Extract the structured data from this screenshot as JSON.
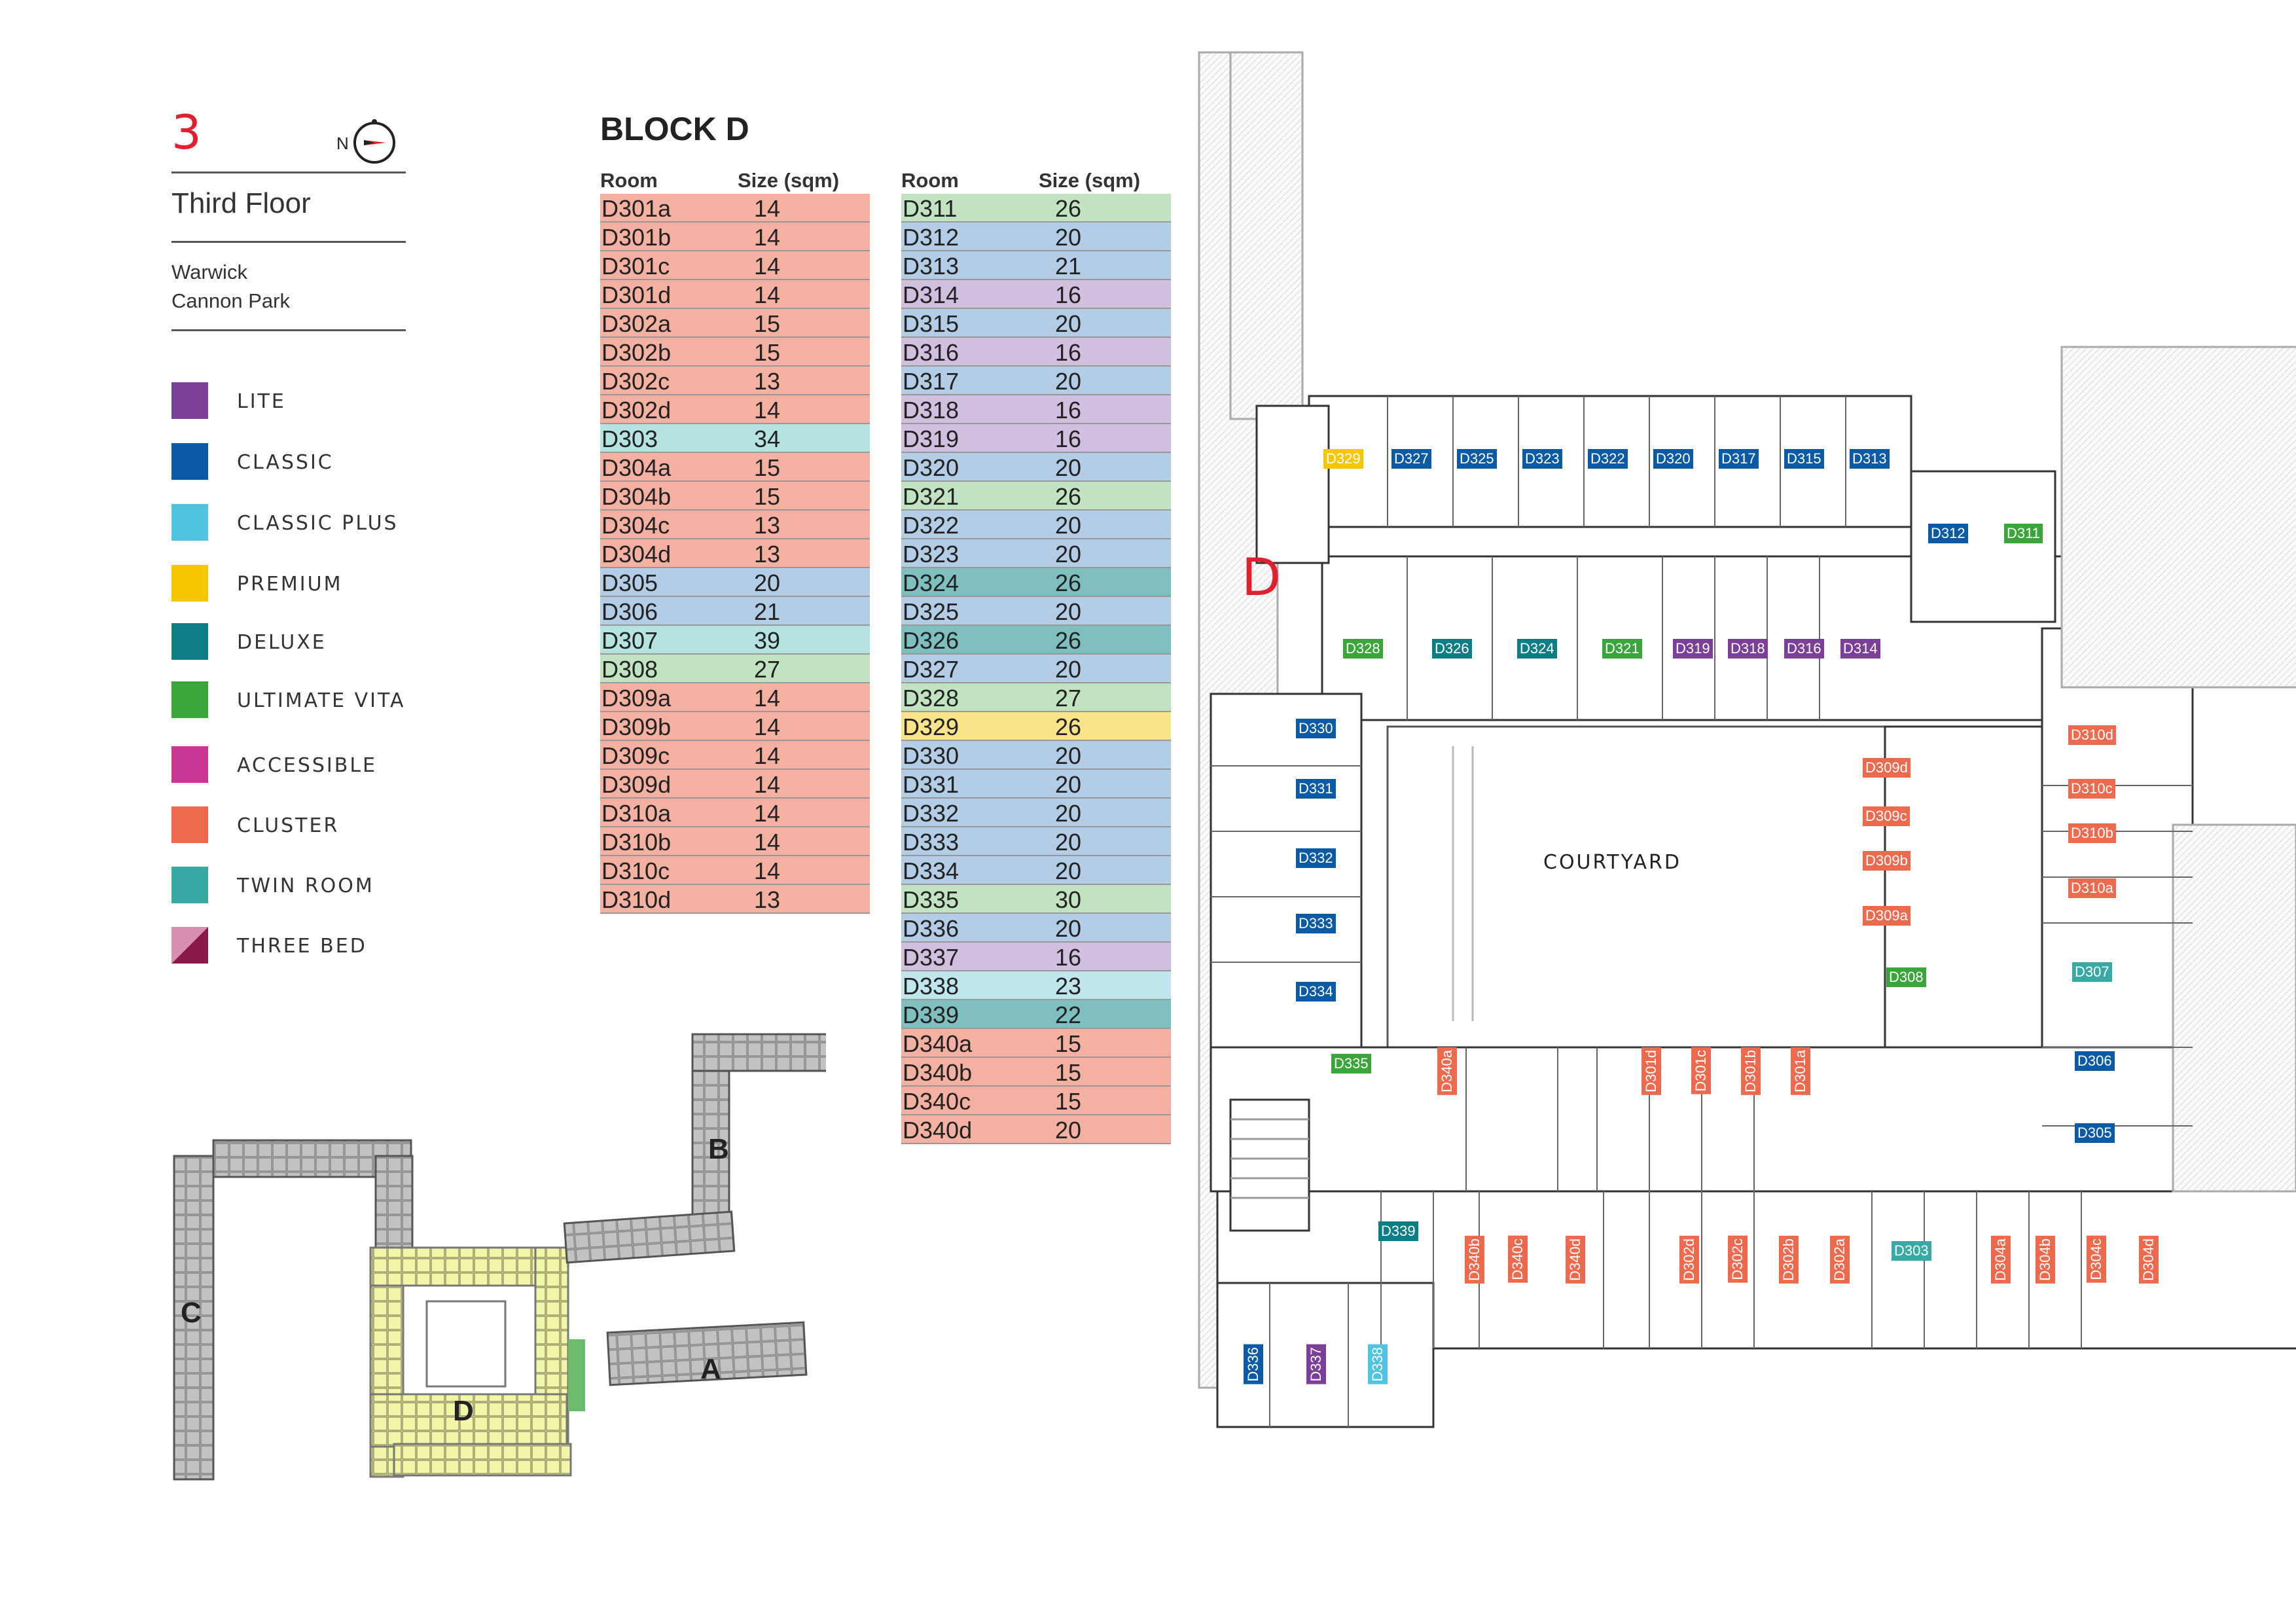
{
  "header": {
    "floor_number": "3",
    "compass_letter": "N",
    "floor_name": "Third Floor",
    "address_line1": "Warwick",
    "address_line2": "Cannon Park"
  },
  "colors": {
    "LITE": "#7b3f98",
    "CLASSIC": "#0b5aa6",
    "CLASSIC PLUS": "#4fc3e0",
    "PREMIUM": "#f6c700",
    "DELUXE": "#0d7d86",
    "ULTIMATE VITA": "#3aa53a",
    "ACCESSIBLE": "#c83593",
    "CLUSTER": "#ee6a4f",
    "TWIN ROOM": "#37aaa6",
    "THREE BED": "#8a1a4a",
    "row_cluster": "#f4b1a1",
    "row_classic": "#b3cde6",
    "row_classic_plus": "#bfe6ec",
    "row_premium": "#f9e48a",
    "row_deluxe": "#7fbfbf",
    "row_ultimate": "#c2e3c2",
    "row_lite": "#d1bfdf",
    "row_twin": "#b5e3e0",
    "plan_fill": "#f2f6a8",
    "plan_grey": "#b8b8b8"
  },
  "legend": [
    {
      "label": "LITE",
      "type": "LITE"
    },
    {
      "label": "CLASSIC",
      "type": "CLASSIC"
    },
    {
      "label": "CLASSIC PLUS",
      "type": "CLASSIC PLUS"
    },
    {
      "label": "PREMIUM",
      "type": "PREMIUM"
    },
    {
      "label": "DELUXE",
      "type": "DELUXE"
    },
    {
      "label": "ULTIMATE VITA",
      "type": "ULTIMATE VITA"
    },
    {
      "label": "ACCESSIBLE",
      "type": "ACCESSIBLE"
    },
    {
      "label": "CLUSTER",
      "type": "CLUSTER"
    },
    {
      "label": "TWIN ROOM",
      "type": "TWIN ROOM"
    },
    {
      "label": "THREE BED",
      "type": "THREE BED"
    }
  ],
  "block_title": "BLOCK D",
  "table_headers": {
    "room": "Room",
    "size": "Size (sqm)"
  },
  "table_left": [
    {
      "room": "D301a",
      "size": "14",
      "shade": "row_cluster"
    },
    {
      "room": "D301b",
      "size": "14",
      "shade": "row_cluster"
    },
    {
      "room": "D301c",
      "size": "14",
      "shade": "row_cluster"
    },
    {
      "room": "D301d",
      "size": "14",
      "shade": "row_cluster"
    },
    {
      "room": "D302a",
      "size": "15",
      "shade": "row_cluster"
    },
    {
      "room": "D302b",
      "size": "15",
      "shade": "row_cluster"
    },
    {
      "room": "D302c",
      "size": "13",
      "shade": "row_cluster"
    },
    {
      "room": "D302d",
      "size": "14",
      "shade": "row_cluster"
    },
    {
      "room": "D303",
      "size": "34",
      "shade": "row_twin"
    },
    {
      "room": "D304a",
      "size": "15",
      "shade": "row_cluster"
    },
    {
      "room": "D304b",
      "size": "15",
      "shade": "row_cluster"
    },
    {
      "room": "D304c",
      "size": "13",
      "shade": "row_cluster"
    },
    {
      "room": "D304d",
      "size": "13",
      "shade": "row_cluster"
    },
    {
      "room": "D305",
      "size": "20",
      "shade": "row_classic"
    },
    {
      "room": "D306",
      "size": "21",
      "shade": "row_classic"
    },
    {
      "room": "D307",
      "size": "39",
      "shade": "row_twin"
    },
    {
      "room": "D308",
      "size": "27",
      "shade": "row_ultimate"
    },
    {
      "room": "D309a",
      "size": "14",
      "shade": "row_cluster"
    },
    {
      "room": "D309b",
      "size": "14",
      "shade": "row_cluster"
    },
    {
      "room": "D309c",
      "size": "14",
      "shade": "row_cluster"
    },
    {
      "room": "D309d",
      "size": "14",
      "shade": "row_cluster"
    },
    {
      "room": "D310a",
      "size": "14",
      "shade": "row_cluster"
    },
    {
      "room": "D310b",
      "size": "14",
      "shade": "row_cluster"
    },
    {
      "room": "D310c",
      "size": "14",
      "shade": "row_cluster"
    },
    {
      "room": "D310d",
      "size": "13",
      "shade": "row_cluster"
    }
  ],
  "table_right": [
    {
      "room": "D311",
      "size": "26",
      "shade": "row_ultimate"
    },
    {
      "room": "D312",
      "size": "20",
      "shade": "row_classic"
    },
    {
      "room": "D313",
      "size": "21",
      "shade": "row_classic"
    },
    {
      "room": "D314",
      "size": "16",
      "shade": "row_lite"
    },
    {
      "room": "D315",
      "size": "20",
      "shade": "row_classic"
    },
    {
      "room": "D316",
      "size": "16",
      "shade": "row_lite"
    },
    {
      "room": "D317",
      "size": "20",
      "shade": "row_classic"
    },
    {
      "room": "D318",
      "size": "16",
      "shade": "row_lite"
    },
    {
      "room": "D319",
      "size": "16",
      "shade": "row_lite"
    },
    {
      "room": "D320",
      "size": "20",
      "shade": "row_classic"
    },
    {
      "room": "D321",
      "size": "26",
      "shade": "row_ultimate"
    },
    {
      "room": "D322",
      "size": "20",
      "shade": "row_classic"
    },
    {
      "room": "D323",
      "size": "20",
      "shade": "row_classic"
    },
    {
      "room": "D324",
      "size": "26",
      "shade": "row_deluxe"
    },
    {
      "room": "D325",
      "size": "20",
      "shade": "row_classic"
    },
    {
      "room": "D326",
      "size": "26",
      "shade": "row_deluxe"
    },
    {
      "room": "D327",
      "size": "20",
      "shade": "row_classic"
    },
    {
      "room": "D328",
      "size": "27",
      "shade": "row_ultimate"
    },
    {
      "room": "D329",
      "size": "26",
      "shade": "row_premium"
    },
    {
      "room": "D330",
      "size": "20",
      "shade": "row_classic"
    },
    {
      "room": "D331",
      "size": "20",
      "shade": "row_classic"
    },
    {
      "room": "D332",
      "size": "20",
      "shade": "row_classic"
    },
    {
      "room": "D333",
      "size": "20",
      "shade": "row_classic"
    },
    {
      "room": "D334",
      "size": "20",
      "shade": "row_classic"
    },
    {
      "room": "D335",
      "size": "30",
      "shade": "row_ultimate"
    },
    {
      "room": "D336",
      "size": "20",
      "shade": "row_classic"
    },
    {
      "room": "D337",
      "size": "16",
      "shade": "row_lite"
    },
    {
      "room": "D338",
      "size": "23",
      "shade": "row_classic_plus"
    },
    {
      "room": "D339",
      "size": "22",
      "shade": "row_deluxe"
    },
    {
      "room": "D340a",
      "size": "15",
      "shade": "row_cluster"
    },
    {
      "room": "D340b",
      "size": "15",
      "shade": "row_cluster"
    },
    {
      "room": "D340c",
      "size": "15",
      "shade": "row_cluster"
    },
    {
      "room": "D340d",
      "size": "20",
      "shade": "row_cluster"
    }
  ],
  "siteplan_labels": {
    "a": "A",
    "b": "B",
    "c": "C",
    "d": "D"
  },
  "floorplan": {
    "block_letter": "D",
    "courtyard": "COURTYARD",
    "rooms": [
      {
        "label": "D329",
        "type": "PREMIUM"
      },
      {
        "label": "D327",
        "type": "CLASSIC"
      },
      {
        "label": "D325",
        "type": "CLASSIC"
      },
      {
        "label": "D323",
        "type": "CLASSIC"
      },
      {
        "label": "D322",
        "type": "CLASSIC"
      },
      {
        "label": "D320",
        "type": "CLASSIC"
      },
      {
        "label": "D317",
        "type": "CLASSIC"
      },
      {
        "label": "D315",
        "type": "CLASSIC"
      },
      {
        "label": "D313",
        "type": "CLASSIC"
      },
      {
        "label": "D312",
        "type": "CLASSIC"
      },
      {
        "label": "D311",
        "type": "ULTIMATE VITA"
      },
      {
        "label": "D328",
        "type": "ULTIMATE VITA"
      },
      {
        "label": "D326",
        "type": "DELUXE"
      },
      {
        "label": "D324",
        "type": "DELUXE"
      },
      {
        "label": "D321",
        "type": "ULTIMATE VITA"
      },
      {
        "label": "D319",
        "type": "LITE"
      },
      {
        "label": "D318",
        "type": "LITE"
      },
      {
        "label": "D316",
        "type": "LITE"
      },
      {
        "label": "D314",
        "type": "LITE"
      },
      {
        "label": "D330",
        "type": "CLASSIC"
      },
      {
        "label": "D331",
        "type": "CLASSIC"
      },
      {
        "label": "D332",
        "type": "CLASSIC"
      },
      {
        "label": "D333",
        "type": "CLASSIC"
      },
      {
        "label": "D334",
        "type": "CLASSIC"
      },
      {
        "label": "D335",
        "type": "ULTIMATE VITA"
      },
      {
        "label": "D309d",
        "type": "CLUSTER"
      },
      {
        "label": "D309c",
        "type": "CLUSTER"
      },
      {
        "label": "D309b",
        "type": "CLUSTER"
      },
      {
        "label": "D309a",
        "type": "CLUSTER"
      },
      {
        "label": "D308",
        "type": "ULTIMATE VITA"
      },
      {
        "label": "D310d",
        "type": "CLUSTER"
      },
      {
        "label": "D310c",
        "type": "CLUSTER"
      },
      {
        "label": "D310b",
        "type": "CLUSTER"
      },
      {
        "label": "D310a",
        "type": "CLUSTER"
      },
      {
        "label": "D307",
        "type": "TWIN ROOM"
      },
      {
        "label": "D306",
        "type": "CLASSIC"
      },
      {
        "label": "D305",
        "type": "CLASSIC"
      },
      {
        "label": "D340a",
        "type": "CLUSTER"
      },
      {
        "label": "D301d",
        "type": "CLUSTER"
      },
      {
        "label": "D301c",
        "type": "CLUSTER"
      },
      {
        "label": "D301b",
        "type": "CLUSTER"
      },
      {
        "label": "D301a",
        "type": "CLUSTER"
      },
      {
        "label": "D339",
        "type": "DELUXE"
      },
      {
        "label": "D340b",
        "type": "CLUSTER"
      },
      {
        "label": "D340c",
        "type": "CLUSTER"
      },
      {
        "label": "D340d",
        "type": "CLUSTER"
      },
      {
        "label": "D302d",
        "type": "CLUSTER"
      },
      {
        "label": "D302c",
        "type": "CLUSTER"
      },
      {
        "label": "D302b",
        "type": "CLUSTER"
      },
      {
        "label": "D302a",
        "type": "CLUSTER"
      },
      {
        "label": "D303",
        "type": "TWIN ROOM"
      },
      {
        "label": "D304a",
        "type": "CLUSTER"
      },
      {
        "label": "D304b",
        "type": "CLUSTER"
      },
      {
        "label": "D304c",
        "type": "CLUSTER"
      },
      {
        "label": "D304d",
        "type": "CLUSTER"
      },
      {
        "label": "D336",
        "type": "CLASSIC"
      },
      {
        "label": "D337",
        "type": "LITE"
      },
      {
        "label": "D338",
        "type": "CLASSIC PLUS"
      }
    ]
  }
}
